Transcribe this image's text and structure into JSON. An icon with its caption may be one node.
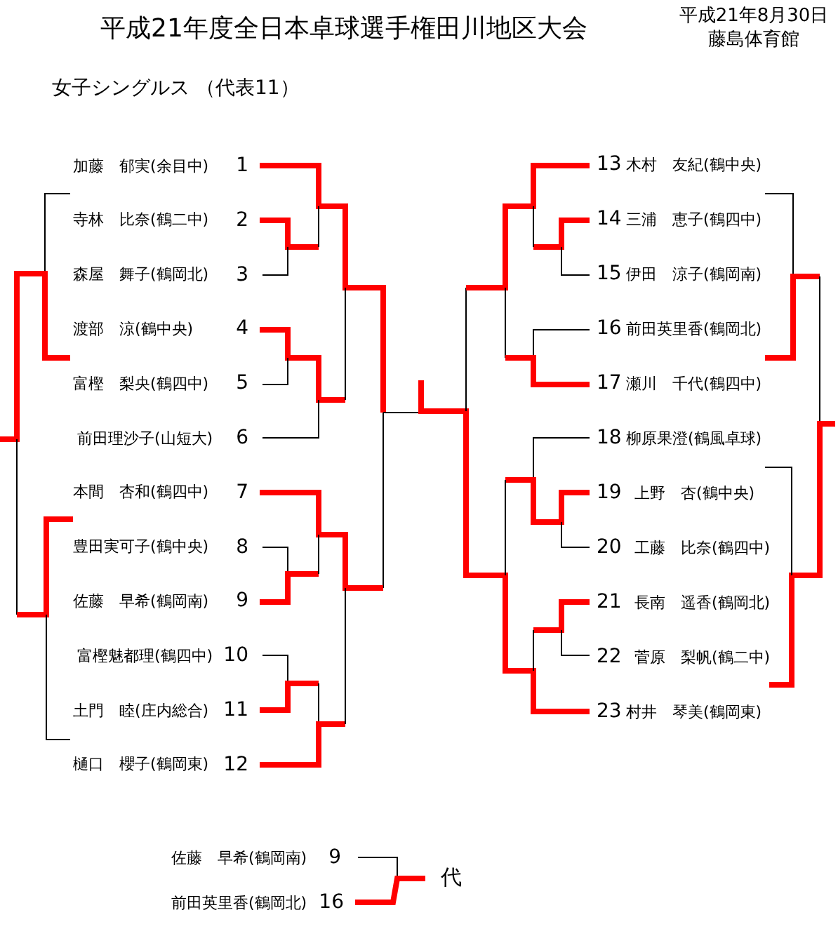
{
  "diagram": {
    "title": "平成21年度全日本卓球選手権田川地区大会",
    "labels": [
      "平成21年8月30日",
      "藤島体育館",
      "女子シングルス （代表11）",
      "加藤　郁実(余目中)",
      "1",
      "寺林　比奈(鶴二中)",
      "2",
      "森屋　舞子(鶴岡北)",
      "3",
      "渡部　涼(鶴中央)",
      "4",
      "富樫　梨央(鶴四中)",
      "5",
      "前田理沙子(山短大)",
      "6",
      "本間　杏和(鶴四中)",
      "7",
      "豊田実可子(鶴中央)",
      "8",
      "佐藤　早希(鶴岡南)",
      "9",
      "富樫魅都理(鶴四中)",
      "10",
      "土門　睦(庄内総合)",
      "11",
      "樋口　櫻子(鶴岡東)",
      "12",
      "13",
      "木村　友紀(鶴中央)",
      "14",
      "三浦　恵子(鶴四中)",
      "15",
      "伊田　涼子(鶴岡南)",
      "16",
      "前田英里香(鶴岡北)",
      "17",
      "瀬川　千代(鶴四中)",
      "18",
      "柳原果澄(鶴風卓球)",
      "19",
      "上野　杏(鶴中央)",
      "20",
      "工藤　比奈(鶴四中)",
      "21",
      "長南　遥香(鶴岡北)",
      "22",
      "菅原　梨帆(鶴二中)",
      "23",
      "村井　琴美(鶴岡東)",
      "佐藤　早希(鶴岡南)",
      "9",
      "前田英里香(鶴岡北)",
      "16",
      "代"
    ]
  }
}
